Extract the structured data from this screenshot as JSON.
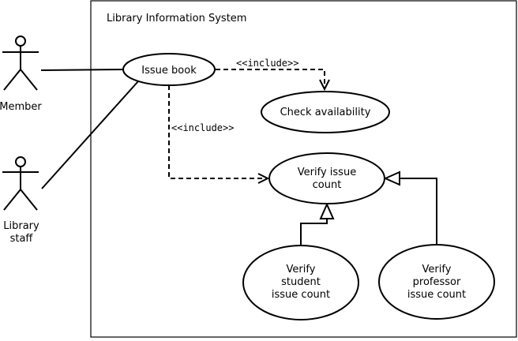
{
  "system": {
    "title": "Library Information System"
  },
  "actors": {
    "member": "Member",
    "staff_line1": "Library",
    "staff_line2": "staff"
  },
  "use_cases": {
    "issue_book": "Issue book",
    "check_availability": "Check availability",
    "verify_issue_line1": "Verify issue",
    "verify_issue_line2": "count",
    "verify_student_line1": "Verify",
    "verify_student_line2": "student",
    "verify_student_line3": "issue count",
    "verify_professor_line1": "Verify",
    "verify_professor_line2": "professor",
    "verify_professor_line3": "issue count"
  },
  "relations": {
    "include_1": "<<include>>",
    "include_2": "<<include>>"
  }
}
